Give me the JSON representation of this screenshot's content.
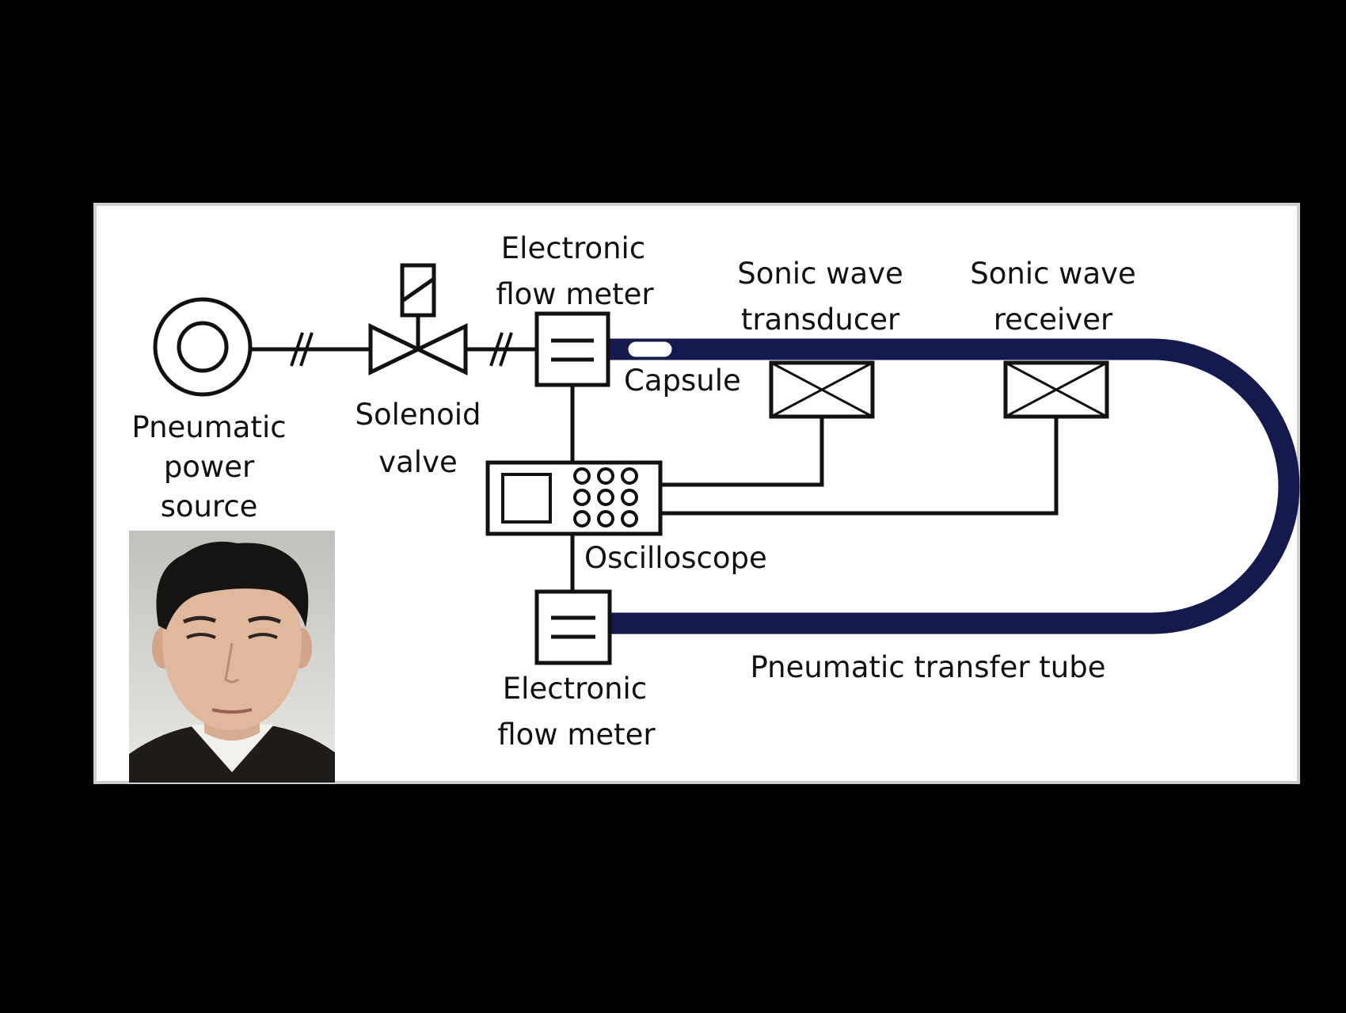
{
  "labels": {
    "power_source": [
      "Pneumatic",
      "power",
      "source"
    ],
    "solenoid": [
      "Solenoid",
      "valve"
    ],
    "flow_meter_top": [
      "Electronic",
      "flow meter"
    ],
    "transducer": [
      "Sonic wave",
      "transducer"
    ],
    "receiver": [
      "Sonic wave",
      "receiver"
    ],
    "capsule": "Capsule",
    "oscilloscope": "Oscilloscope",
    "flow_meter_bottom": [
      "Electronic",
      "flow meter"
    ],
    "tube": "Pneumatic transfer tube"
  },
  "colors": {
    "background": "#000000",
    "panel": "#ffffff",
    "tube": "#141a4e",
    "line": "#111111"
  }
}
